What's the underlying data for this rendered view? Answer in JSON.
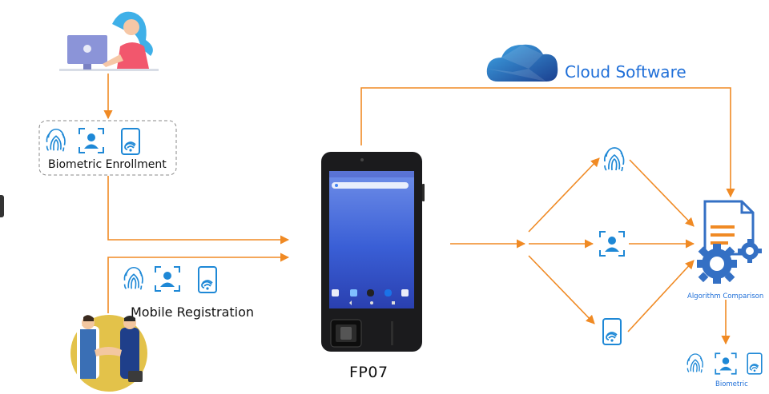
{
  "labels": {
    "biometric_enrollment": "Biometric Enrollment",
    "mobile_registration": "Mobile Registration",
    "device_model": "FP07",
    "cloud_software": "Cloud Software",
    "algorithm_comparison": "Algorithm Comparison",
    "biometric": "Biometric"
  },
  "colors": {
    "arrow": "#f08a24",
    "icon_blue": "#1e88d6",
    "cloud_dark": "#1b3f8f",
    "cloud_light": "#3fa6e6",
    "gear": "#3470c4",
    "doc_orange": "#f08a24"
  },
  "icons": [
    "fingerprint-icon",
    "face-scan-icon",
    "nfc-card-icon",
    "cloud-icon",
    "gear-icon",
    "document-icon",
    "person-at-computer-illustration",
    "handshake-illustration",
    "biometric-tablet-device"
  ]
}
